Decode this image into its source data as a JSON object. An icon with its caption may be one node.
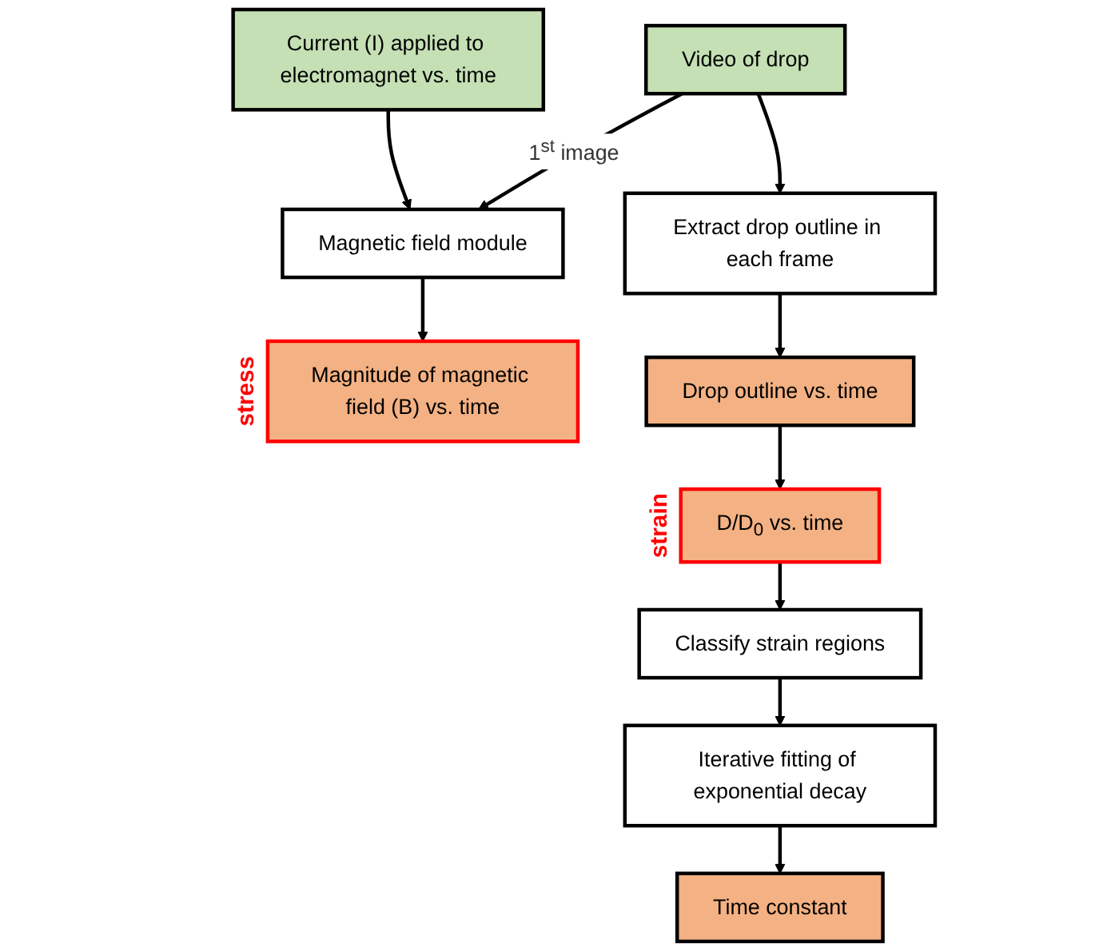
{
  "diagram": {
    "nodes": [
      {
        "text": [
          "Current (I) applied to electromagnet vs. time"
        ]
      },
      {
        "text": [
          "Video of drop"
        ]
      },
      {
        "text": [
          "Magnetic field module"
        ]
      },
      {
        "text": [
          "Extract drop outline in each frame"
        ]
      },
      {
        "text": [
          "Magnitude of magnetic field (B) vs. time"
        ],
        "beside": [
          "stress"
        ]
      },
      {
        "text": [
          "Drop outline vs. time"
        ]
      },
      {
        "text": [
          "D/D$_{0}$ vs. time"
        ],
        "beside": [
          "strain"
        ]
      },
      {
        "text": [
          "Classify strain regions"
        ]
      },
      {
        "text": [
          "Iterative fitting of exponential decay"
        ]
      },
      {
        "text": [
          "Time constant"
        ]
      }
    ],
    "edges": [
      {
        "from": 0,
        "to": 2,
        "arrow": "to"
      },
      {
        "from": 1,
        "to": 2,
        "arrow": "to",
        "label": "1$^{st}$ image"
      },
      {
        "from": 1,
        "to": 3,
        "arrow": "to"
      },
      {
        "from": 2,
        "to": 4,
        "arrow": "to"
      },
      {
        "from": 3,
        "to": 5,
        "arrow": "to"
      },
      {
        "from": 5,
        "to": 6,
        "arrow": "to"
      },
      {
        "from": 6,
        "to": 7,
        "arrow": "to"
      },
      {
        "from": 7,
        "to": 8,
        "arrow": "to"
      },
      {
        "from": 8,
        "to": 9,
        "arrow": "to"
      }
    ]
  }
}
